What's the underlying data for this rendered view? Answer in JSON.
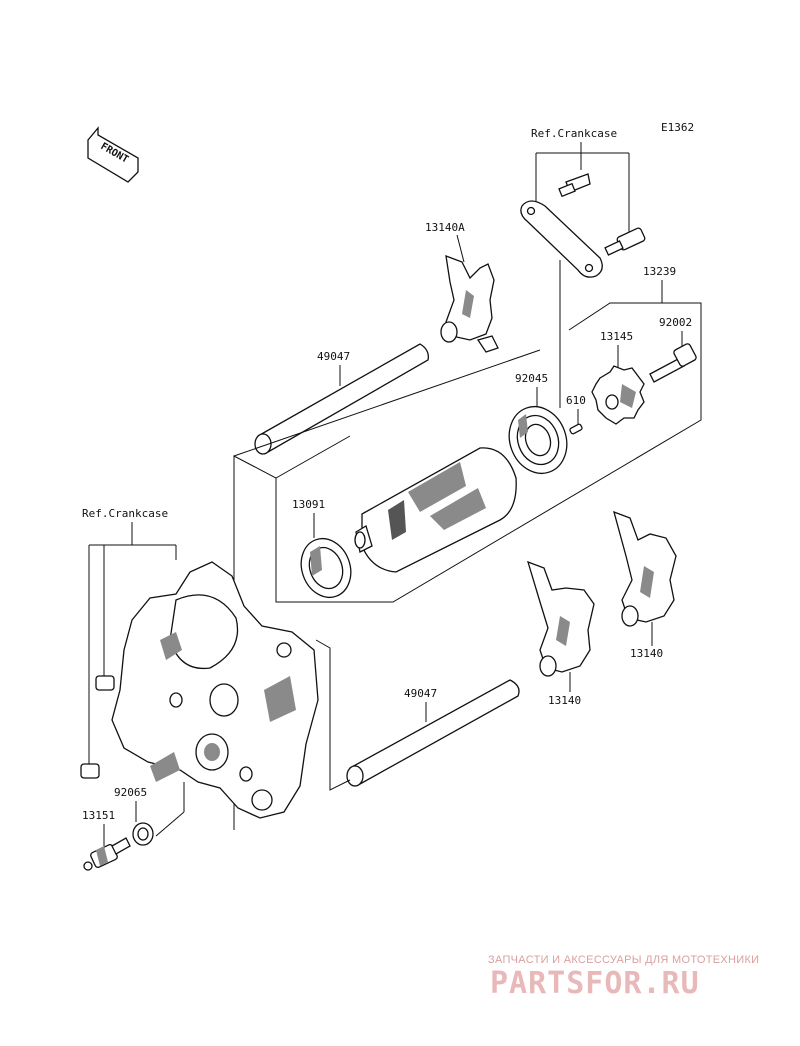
{
  "diagram_code": "E1362",
  "front_label": "FRONT",
  "ref_crankcase_top": "Ref.Crankcase",
  "ref_crankcase_left": "Ref.Crankcase",
  "parts": {
    "p13140A": "13140A",
    "p13239": "13239",
    "p92002": "92002",
    "p13145": "13145",
    "p49047_top": "49047",
    "p92045": "92045",
    "p610": "610",
    "p13091": "13091",
    "p13140_right": "13140",
    "p13140_mid": "13140",
    "p49047_bottom": "49047",
    "p92065": "92065",
    "p13151": "13151"
  },
  "watermark": {
    "tagline": "ЗАПЧАСТИ И АКСЕССУАРЫ ДЛЯ МОТОТЕХНИКИ",
    "brand": "PARTSFOR.RU"
  }
}
